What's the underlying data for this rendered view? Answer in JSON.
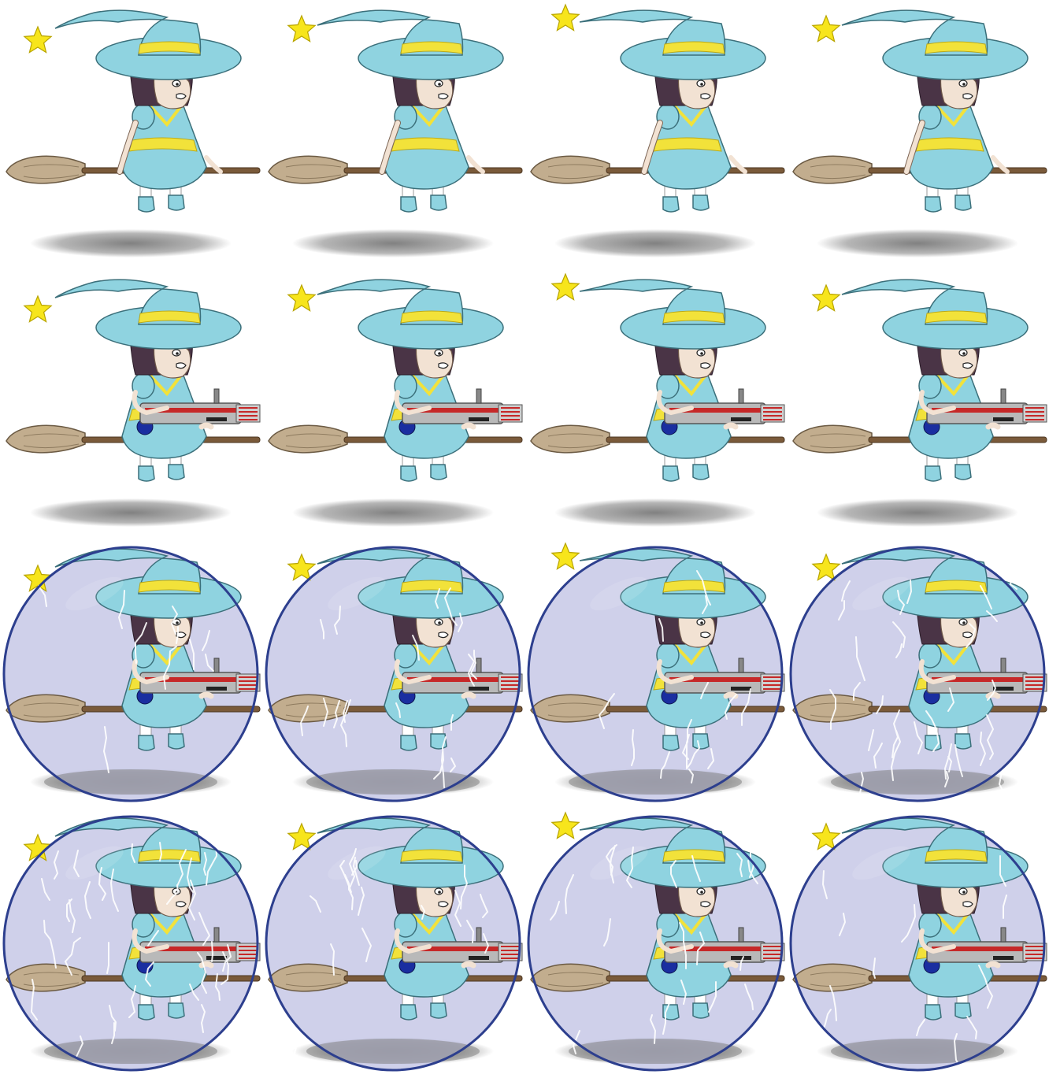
{
  "sprite_sheet": {
    "columns": 4,
    "rows": 4,
    "colors": {
      "hat": "#8fd3e0",
      "hat_stroke": "#3b6f7a",
      "hat_band": "#f2e23a",
      "star": "#f7e51c",
      "star_stroke": "#b8a400",
      "hair": "#4a3446",
      "skin": "#f2e2d3",
      "dress": "#8fd3e0",
      "dress_band": "#f2e23a",
      "broom_handle": "#7a5a3a",
      "broom_bristles": "#c2ad8e",
      "shoe": "#8fd3e0",
      "sock": "#ffffff",
      "gun_body": "#b9b9b9",
      "gun_stripe": "#c62828",
      "gun_dark": "#222222",
      "orb_blue": "#1a2ea0",
      "shadow": "#7a7a7a",
      "bubble_fill": "#c7c8e6",
      "bubble_stroke": "#2d3f8e",
      "lightning": "#ffffff"
    },
    "frames": [
      {
        "row": 0,
        "col": 0,
        "variant": "idle",
        "star_lift": 0,
        "lightning": 0
      },
      {
        "row": 0,
        "col": 1,
        "variant": "idle",
        "star_lift": 1,
        "lightning": 0
      },
      {
        "row": 0,
        "col": 2,
        "variant": "idle",
        "star_lift": 2,
        "lightning": 0
      },
      {
        "row": 0,
        "col": 3,
        "variant": "idle",
        "star_lift": 1,
        "lightning": 0
      },
      {
        "row": 1,
        "col": 0,
        "variant": "armed",
        "star_lift": 0,
        "lightning": 0
      },
      {
        "row": 1,
        "col": 1,
        "variant": "armed",
        "star_lift": 1,
        "lightning": 0
      },
      {
        "row": 1,
        "col": 2,
        "variant": "armed",
        "star_lift": 2,
        "lightning": 0
      },
      {
        "row": 1,
        "col": 3,
        "variant": "armed",
        "star_lift": 1,
        "lightning": 0
      },
      {
        "row": 2,
        "col": 0,
        "variant": "shielded",
        "star_lift": 0,
        "lightning": 10
      },
      {
        "row": 2,
        "col": 1,
        "variant": "shielded",
        "star_lift": 1,
        "lightning": 18
      },
      {
        "row": 2,
        "col": 2,
        "variant": "shielded",
        "star_lift": 2,
        "lightning": 14
      },
      {
        "row": 2,
        "col": 3,
        "variant": "shielded",
        "star_lift": 1,
        "lightning": 30
      },
      {
        "row": 3,
        "col": 0,
        "variant": "shielded",
        "star_lift": 0,
        "lightning": 34
      },
      {
        "row": 3,
        "col": 1,
        "variant": "shielded",
        "star_lift": 1,
        "lightning": 16
      },
      {
        "row": 3,
        "col": 2,
        "variant": "shielded",
        "star_lift": 2,
        "lightning": 20
      },
      {
        "row": 3,
        "col": 3,
        "variant": "shielded",
        "star_lift": 1,
        "lightning": 12
      }
    ]
  }
}
